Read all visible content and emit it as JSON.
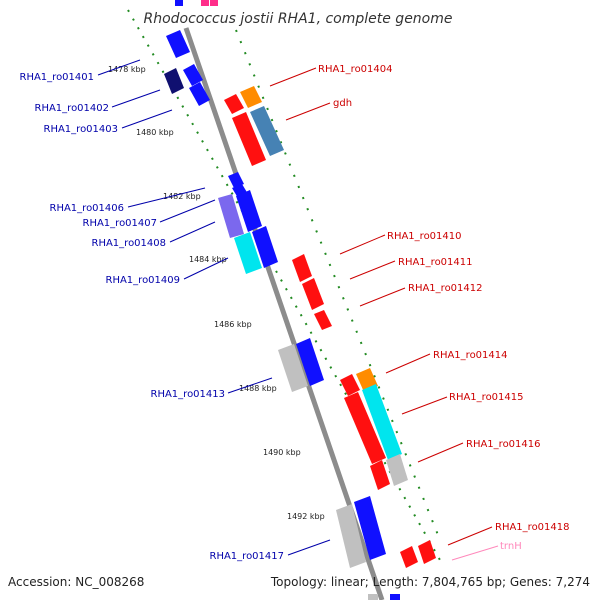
{
  "title": "Rhodococcus jostii RHA1, complete genome",
  "accession": "Accession: NC_008268",
  "topology": "Topology: linear; Length: 7,804,765 bp; Genes: 7,274",
  "colors": {
    "backbone": "#8c8c8c",
    "tick": "#228b22",
    "left_label": "#0000aa",
    "right_label": "#cc0000",
    "trna_label": "#ff88bb",
    "red_gene": "#ff1010",
    "blue_gene": "#1010ff",
    "dark_blue_gene": "#101070",
    "orange_gene": "#ff8c00",
    "steel_gene": "#4682b4",
    "purple_gene": "#7b68ee",
    "cyan_gene": "#00e5ee",
    "gray_gene": "#c0c0c0"
  },
  "kbp_labels": [
    {
      "label": "1478 kbp"
    },
    {
      "label": "1480 kbp"
    },
    {
      "label": "1482 kbp"
    },
    {
      "label": "1484 kbp"
    },
    {
      "label": "1486 kbp"
    },
    {
      "label": "1488 kbp"
    },
    {
      "label": "1490 kbp"
    },
    {
      "label": "1492 kbp"
    }
  ],
  "left_genes": [
    {
      "label": "RHA1_ro01401"
    },
    {
      "label": "RHA1_ro01402"
    },
    {
      "label": "RHA1_ro01403"
    },
    {
      "label": "RHA1_ro01406"
    },
    {
      "label": "RHA1_ro01407"
    },
    {
      "label": "RHA1_ro01408"
    },
    {
      "label": "RHA1_ro01409"
    },
    {
      "label": "RHA1_ro01413"
    },
    {
      "label": "RHA1_ro01417"
    }
  ],
  "right_genes": [
    {
      "label": "RHA1_ro01404"
    },
    {
      "label": "gdh"
    },
    {
      "label": "RHA1_ro01410"
    },
    {
      "label": "RHA1_ro01411"
    },
    {
      "label": "RHA1_ro01412"
    },
    {
      "label": "RHA1_ro01414"
    },
    {
      "label": "RHA1_ro01415"
    },
    {
      "label": "RHA1_ro01416"
    },
    {
      "label": "RHA1_ro01418"
    },
    {
      "label": "trnH"
    }
  ]
}
